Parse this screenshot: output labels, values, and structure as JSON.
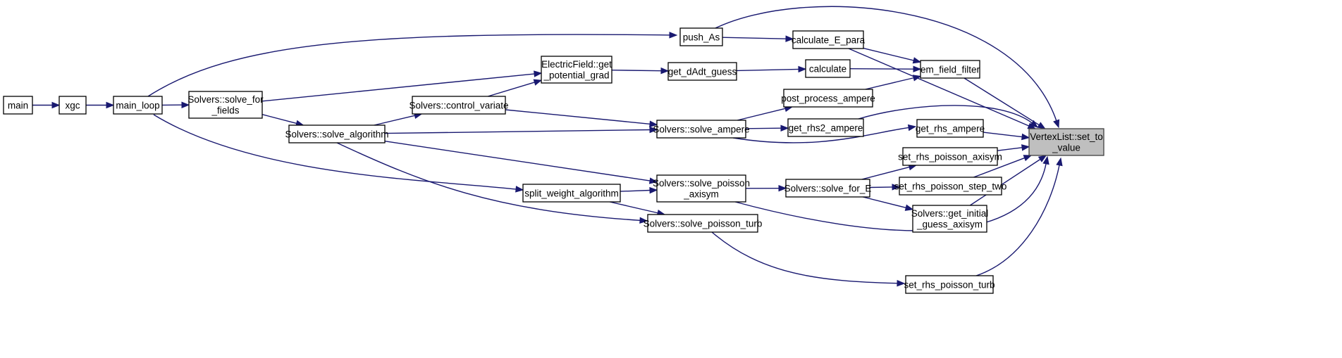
{
  "graph": {
    "nodes": {
      "main": [
        "main"
      ],
      "xgc": [
        "xgc"
      ],
      "main_loop": [
        "main_loop"
      ],
      "solve_for_fields": [
        "Solvers::solve_for",
        "_fields"
      ],
      "solve_algorithm": [
        "Solvers::solve_algorithm"
      ],
      "control_variate": [
        "Solvers::control_variate"
      ],
      "get_potential_grad": [
        "ElectricField::get",
        "_potential_grad"
      ],
      "split_weight_algorithm": [
        "split_weight_algorithm"
      ],
      "push_As": [
        "push_As"
      ],
      "get_dAdt_guess": [
        "get_dAdt_guess"
      ],
      "solve_ampere": [
        "Solvers::solve_ampere"
      ],
      "solve_poisson_axisym": [
        "Solvers::solve_poisson",
        "_axisym"
      ],
      "solve_poisson_turb": [
        "Solvers::solve_poisson_turb"
      ],
      "calculate_E_para": [
        "calculate_E_para"
      ],
      "calculate": [
        "calculate"
      ],
      "post_process_ampere": [
        "post_process_ampere"
      ],
      "get_rhs2_ampere": [
        "get_rhs2_ampere"
      ],
      "solve_for_E": [
        "Solvers::solve_for_E"
      ],
      "em_field_filter": [
        "em_field_filter"
      ],
      "get_rhs_ampere": [
        "get_rhs_ampere"
      ],
      "set_rhs_poisson_axisym": [
        "set_rhs_poisson_axisym"
      ],
      "set_rhs_poisson_step_two": [
        "set_rhs_poisson_step_two"
      ],
      "get_initial_guess_axisym": [
        "Solvers::get_initial",
        "_guess_axisym"
      ],
      "set_rhs_poisson_turb": [
        "set_rhs_poisson_turb"
      ],
      "set_to_value": [
        "VertexList::set_to",
        "_value"
      ]
    },
    "edges": [
      [
        "main",
        "xgc"
      ],
      [
        "xgc",
        "main_loop"
      ],
      [
        "main_loop",
        "solve_for_fields"
      ],
      [
        "main_loop",
        "push_As"
      ],
      [
        "main_loop",
        "split_weight_algorithm"
      ],
      [
        "solve_for_fields",
        "get_potential_grad"
      ],
      [
        "solve_for_fields",
        "solve_algorithm"
      ],
      [
        "solve_algorithm",
        "control_variate"
      ],
      [
        "solve_algorithm",
        "solve_ampere"
      ],
      [
        "solve_algorithm",
        "solve_poisson_axisym"
      ],
      [
        "solve_algorithm",
        "solve_poisson_turb"
      ],
      [
        "control_variate",
        "get_potential_grad"
      ],
      [
        "control_variate",
        "solve_ampere"
      ],
      [
        "split_weight_algorithm",
        "solve_poisson_axisym"
      ],
      [
        "split_weight_algorithm",
        "solve_poisson_turb"
      ],
      [
        "get_potential_grad",
        "get_dAdt_guess"
      ],
      [
        "get_dAdt_guess",
        "calculate"
      ],
      [
        "push_As",
        "calculate_E_para"
      ],
      [
        "push_As",
        "set_to_value"
      ],
      [
        "solve_ampere",
        "post_process_ampere"
      ],
      [
        "solve_ampere",
        "get_rhs2_ampere"
      ],
      [
        "solve_ampere",
        "get_rhs_ampere"
      ],
      [
        "solve_poisson_axisym",
        "solve_for_E"
      ],
      [
        "solve_poisson_axisym",
        "set_to_value"
      ],
      [
        "solve_poisson_turb",
        "set_rhs_poisson_turb"
      ],
      [
        "calculate_E_para",
        "em_field_filter"
      ],
      [
        "calculate_E_para",
        "set_to_value"
      ],
      [
        "calculate",
        "em_field_filter"
      ],
      [
        "post_process_ampere",
        "em_field_filter"
      ],
      [
        "get_rhs2_ampere",
        "set_to_value"
      ],
      [
        "solve_for_E",
        "set_rhs_poisson_axisym"
      ],
      [
        "solve_for_E",
        "set_rhs_poisson_step_two"
      ],
      [
        "solve_for_E",
        "get_initial_guess_axisym"
      ],
      [
        "em_field_filter",
        "set_to_value"
      ],
      [
        "get_rhs_ampere",
        "set_to_value"
      ],
      [
        "set_rhs_poisson_axisym",
        "set_to_value"
      ],
      [
        "set_rhs_poisson_step_two",
        "set_to_value"
      ],
      [
        "get_initial_guess_axisym",
        "set_to_value"
      ],
      [
        "set_rhs_poisson_turb",
        "set_to_value"
      ]
    ],
    "root": "set_to_value"
  },
  "colors": {
    "edge": "#191970",
    "node_border": "#000000",
    "node_fill": "#ffffff",
    "root_fill": "#bfbfbf",
    "root_border": "#404040"
  }
}
